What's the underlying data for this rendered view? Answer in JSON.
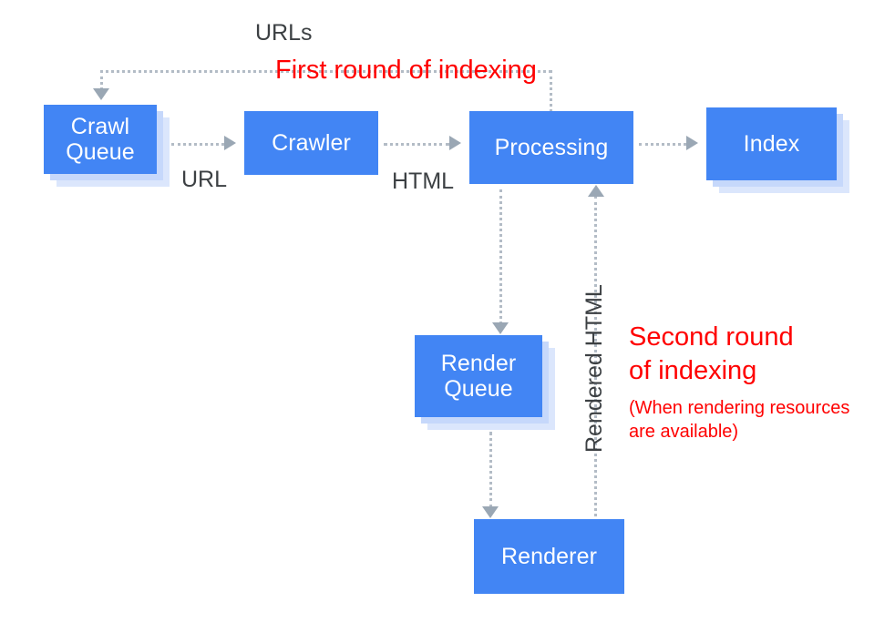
{
  "diagram": {
    "title": "Google Search indexing pipeline — two waves of indexing",
    "background_color": "#ffffff",
    "node_color": "#4285f4",
    "node_text_color": "#ffffff",
    "stack_shadow_color": "#c6d8fb",
    "connector_color": "#b3bcc6",
    "arrow_color": "#9aa7b4",
    "label_color": "#3c4043",
    "annotation_color": "#ff0000"
  },
  "nodes": {
    "crawl_queue": {
      "label": "Crawl\nQueue"
    },
    "crawler": {
      "label": "Crawler"
    },
    "processing": {
      "label": "Processing"
    },
    "index": {
      "label": "Index"
    },
    "render_queue": {
      "label": "Render\nQueue"
    },
    "renderer": {
      "label": "Renderer"
    }
  },
  "edge_labels": {
    "urls": "URLs",
    "url": "URL",
    "html": "HTML",
    "rendered_html": "Rendered HTML"
  },
  "annotations": {
    "first_round": "First round of indexing",
    "second_round": "Second round\nof indexing",
    "second_round_note": "(When rendering resources\nare available)"
  }
}
